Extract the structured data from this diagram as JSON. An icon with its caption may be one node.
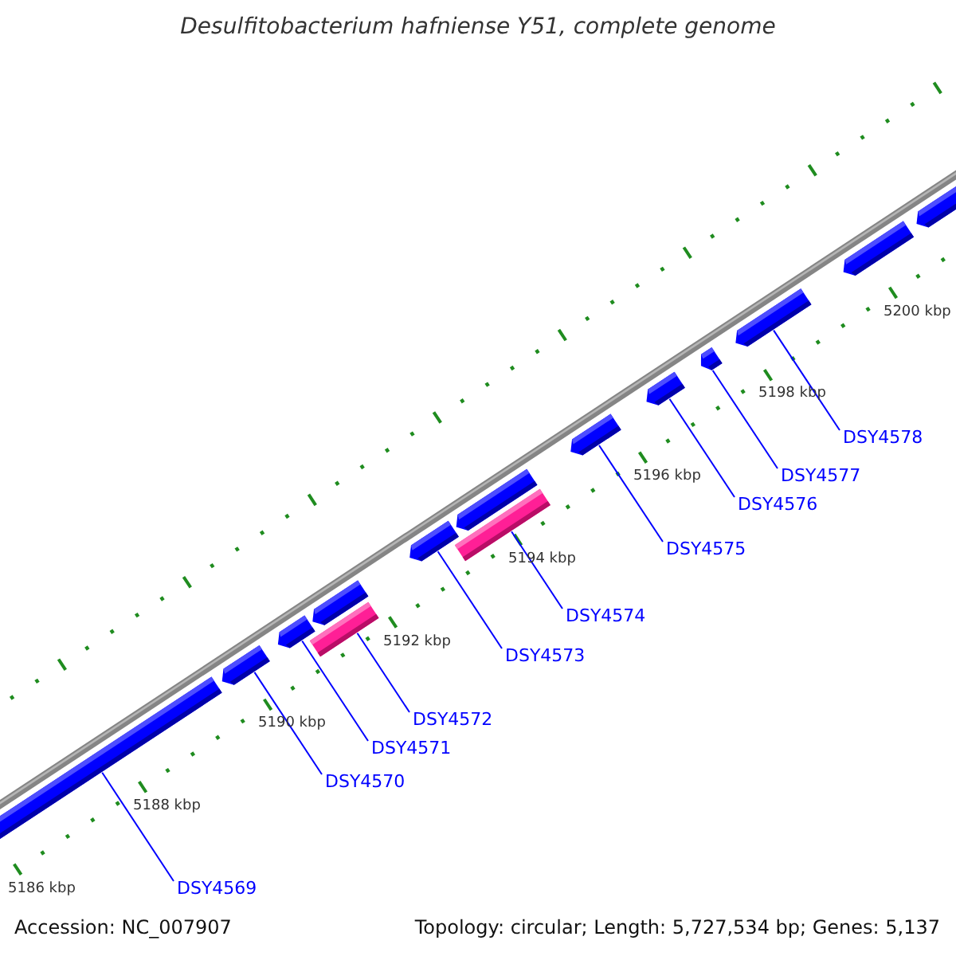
{
  "diagram": {
    "title": "Desulfitobacterium hafniense Y51, complete genome",
    "nodes": [
      {
        "text": [],
        "shape": "bar"
      },
      {
        "text": [],
        "shape": "bar"
      },
      {
        "text": [],
        "shape": "bar"
      },
      {
        "text": [],
        "shape": "bar"
      },
      {
        "text": [],
        "shape": "bar"
      },
      {
        "text": [],
        "shape": "bar"
      },
      {
        "text": [],
        "shape": "bar"
      },
      {
        "text": [],
        "shape": "bar"
      },
      {
        "text": [],
        "shape": "bar"
      },
      {
        "text": [],
        "shape": "bar"
      },
      {
        "text": [],
        "shape": "bar"
      },
      {
        "text": [],
        "shape": "bar"
      },
      {
        "text": [],
        "shape": "bar"
      },
      {
        "text": [],
        "shape": "bar"
      },
      {
        "text": [
          "DSY4569"
        ]
      },
      {
        "text": [
          "DSY4570"
        ]
      },
      {
        "text": [
          "DSY4571"
        ]
      },
      {
        "text": [
          "DSY4572"
        ]
      },
      {
        "text": [
          "DSY4573"
        ]
      },
      {
        "text": [
          "DSY4574"
        ]
      },
      {
        "text": [
          "DSY4575"
        ]
      },
      {
        "text": [
          "DSY4576"
        ]
      },
      {
        "text": [
          "DSY4577"
        ]
      },
      {
        "text": [
          "DSY4578"
        ]
      }
    ],
    "edges": [
      {
        "from": 14,
        "to": 0,
        "arrow": "none"
      },
      {
        "from": 15,
        "to": 1,
        "arrow": "none"
      },
      {
        "from": 16,
        "to": 2,
        "arrow": "none"
      },
      {
        "from": 17,
        "to": 4,
        "arrow": "none"
      },
      {
        "from": 18,
        "to": 5,
        "arrow": "none"
      },
      {
        "from": 19,
        "to": 7,
        "arrow": "none"
      },
      {
        "from": 20,
        "to": 8,
        "arrow": "none"
      },
      {
        "from": 21,
        "to": 9,
        "arrow": "none"
      },
      {
        "from": 22,
        "to": 10,
        "arrow": "none"
      },
      {
        "from": 23,
        "to": 11,
        "arrow": "none"
      }
    ],
    "labels": [
      "5186 kbp",
      "5188 kbp",
      "5190 kbp",
      "5192 kbp",
      "5194 kbp",
      "5196 kbp",
      "5198 kbp",
      "5200 kbp",
      "Accession: NC_007907",
      "Topology: circular; Length: 5,727,534 bp; Genes: 5,137"
    ]
  }
}
